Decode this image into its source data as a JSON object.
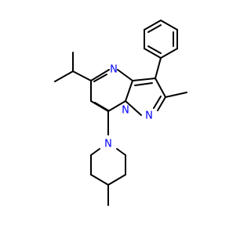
{
  "diagram": {
    "colors": {
      "bond": "#000000",
      "nitrogen": "#0000ff",
      "background": "#ffffff"
    },
    "atoms": [
      {
        "id": "n4",
        "label": "N"
      },
      {
        "id": "n_ring",
        "label": "N"
      },
      {
        "id": "n1",
        "label": "N"
      },
      {
        "id": "n_pip",
        "label": "N"
      }
    ]
  }
}
